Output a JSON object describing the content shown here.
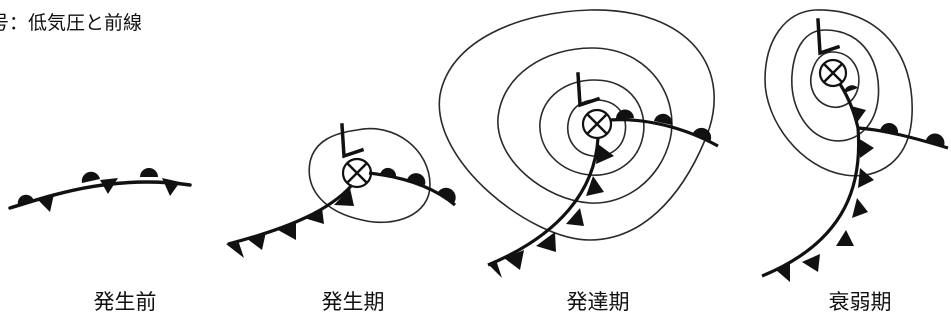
{
  "title": "号：低気圧と前線",
  "stages": [
    {
      "label": "発生前"
    },
    {
      "label": "発生期"
    },
    {
      "label": "発達期"
    },
    {
      "label": "衰弱期"
    }
  ],
  "colors": {
    "ink": "#111111",
    "isobar": "#2a2a2a",
    "background": "#ffffff"
  },
  "icons": {
    "low_pressure_center": "circled-x",
    "low_mark": "L-glyph",
    "warm_front_symbol": "semicircle",
    "cold_front_symbol": "triangle"
  }
}
